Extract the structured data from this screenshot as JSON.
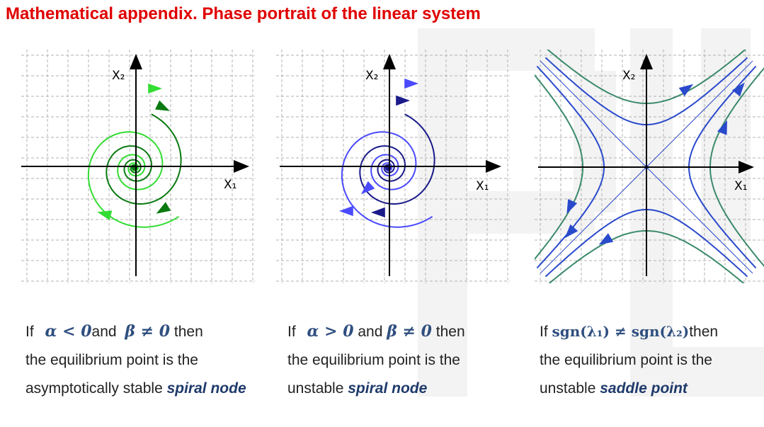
{
  "title": "Mathematical appendix. Phase portrait of the linear system",
  "colors": {
    "title": "#e00000",
    "highlight": "#1f3a6b",
    "green_light": "#33dd33",
    "green_dark": "#0a7a10",
    "blue_light": "#4a4aff",
    "blue_dark": "#1a1a8a",
    "saddle_green": "#3a8a6a",
    "saddle_blue": "#2a4acc",
    "grid": "#b0b0b0",
    "axis": "#000000"
  },
  "plots": [
    {
      "x_label": "X₁",
      "y_label": "X₂",
      "type": "stable-spiral"
    },
    {
      "x_label": "X₁",
      "y_label": "X₂",
      "type": "unstable-spiral"
    },
    {
      "x_label": "X₁",
      "y_label": "X₂",
      "type": "saddle"
    }
  ],
  "captions": [
    {
      "if": "If",
      "cond1": "α < 0",
      "and": "and",
      "cond2": "β ≠ 0",
      "then": "then",
      "line2": "the equilibrium point is the",
      "line3_pre": "asymptotically stable",
      "highlight": "spiral node"
    },
    {
      "if": "If",
      "cond1": "α > 0",
      "and": "and",
      "cond2": "β ≠ 0",
      "then": "then",
      "line2": "the equilibrium point is the",
      "line3_pre": "unstable",
      "highlight": "spiral node"
    },
    {
      "if": "If",
      "cond1": "sgn(λ₁) ≠ sgn(λ₂)",
      "then": "then",
      "line2": "the equilibrium point is the",
      "line3_pre": "unstable",
      "highlight": "saddle point"
    }
  ]
}
